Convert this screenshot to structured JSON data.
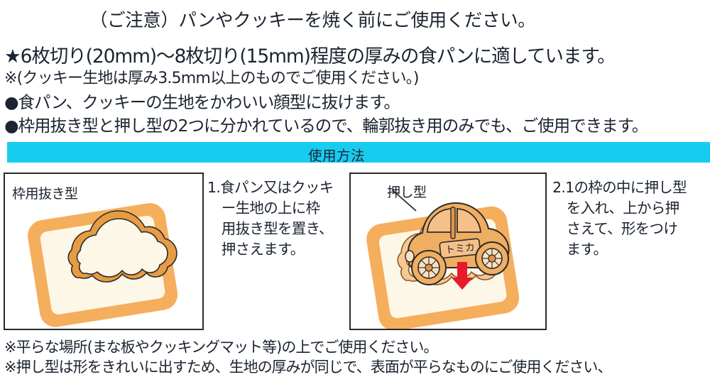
{
  "notice": {
    "heading": "（ご注意）パンやクッキーを焼く前にご使用ください。",
    "suitability": "★6枚切り(20mm)〜8枚切り(15mm)程度の厚みの食パンに適しています。",
    "cookie_note": "※(クッキー生地は厚み3.5mm以上のものでご使用ください。)"
  },
  "features": [
    "●食パン、クッキーの生地をかわいい顔型に抜けます。",
    "●枠用抜き型と押し型の2つに分かれているので、輪郭抜き用のみでも、ご使用できます。"
  ],
  "usage_section": {
    "banner_label": "使用方法",
    "banner_color": "#18CCF0"
  },
  "steps": [
    {
      "panel_caption": "枠用抜き型",
      "text": "1.食パン又はクッキ\n　ー生地の上に枠\n　用抜き型を置き、\n　押さえます。"
    },
    {
      "panel_caption": "押し型",
      "stamp_logo": "トミカ",
      "text": "2.1の枠の中に押し型\n　を入れ、上から押\n　さえて、形をつけ\n　ます。"
    }
  ],
  "cautions": [
    "※平らな場所(まな板やクッキングマット等)の上でご使用ください。",
    "※押し型は形をきれいに出すため、生地の厚みが同じで、表面が平らなものにご使用ください、"
  ],
  "colors": {
    "bread_crust": "#F5AE5C",
    "bread_inner": "#FDF7E8",
    "cutter_orange": "#E79B42",
    "cutter_outline": "#2b2b2b",
    "arrow_red": "#E8192C",
    "text": "#1b2430"
  }
}
